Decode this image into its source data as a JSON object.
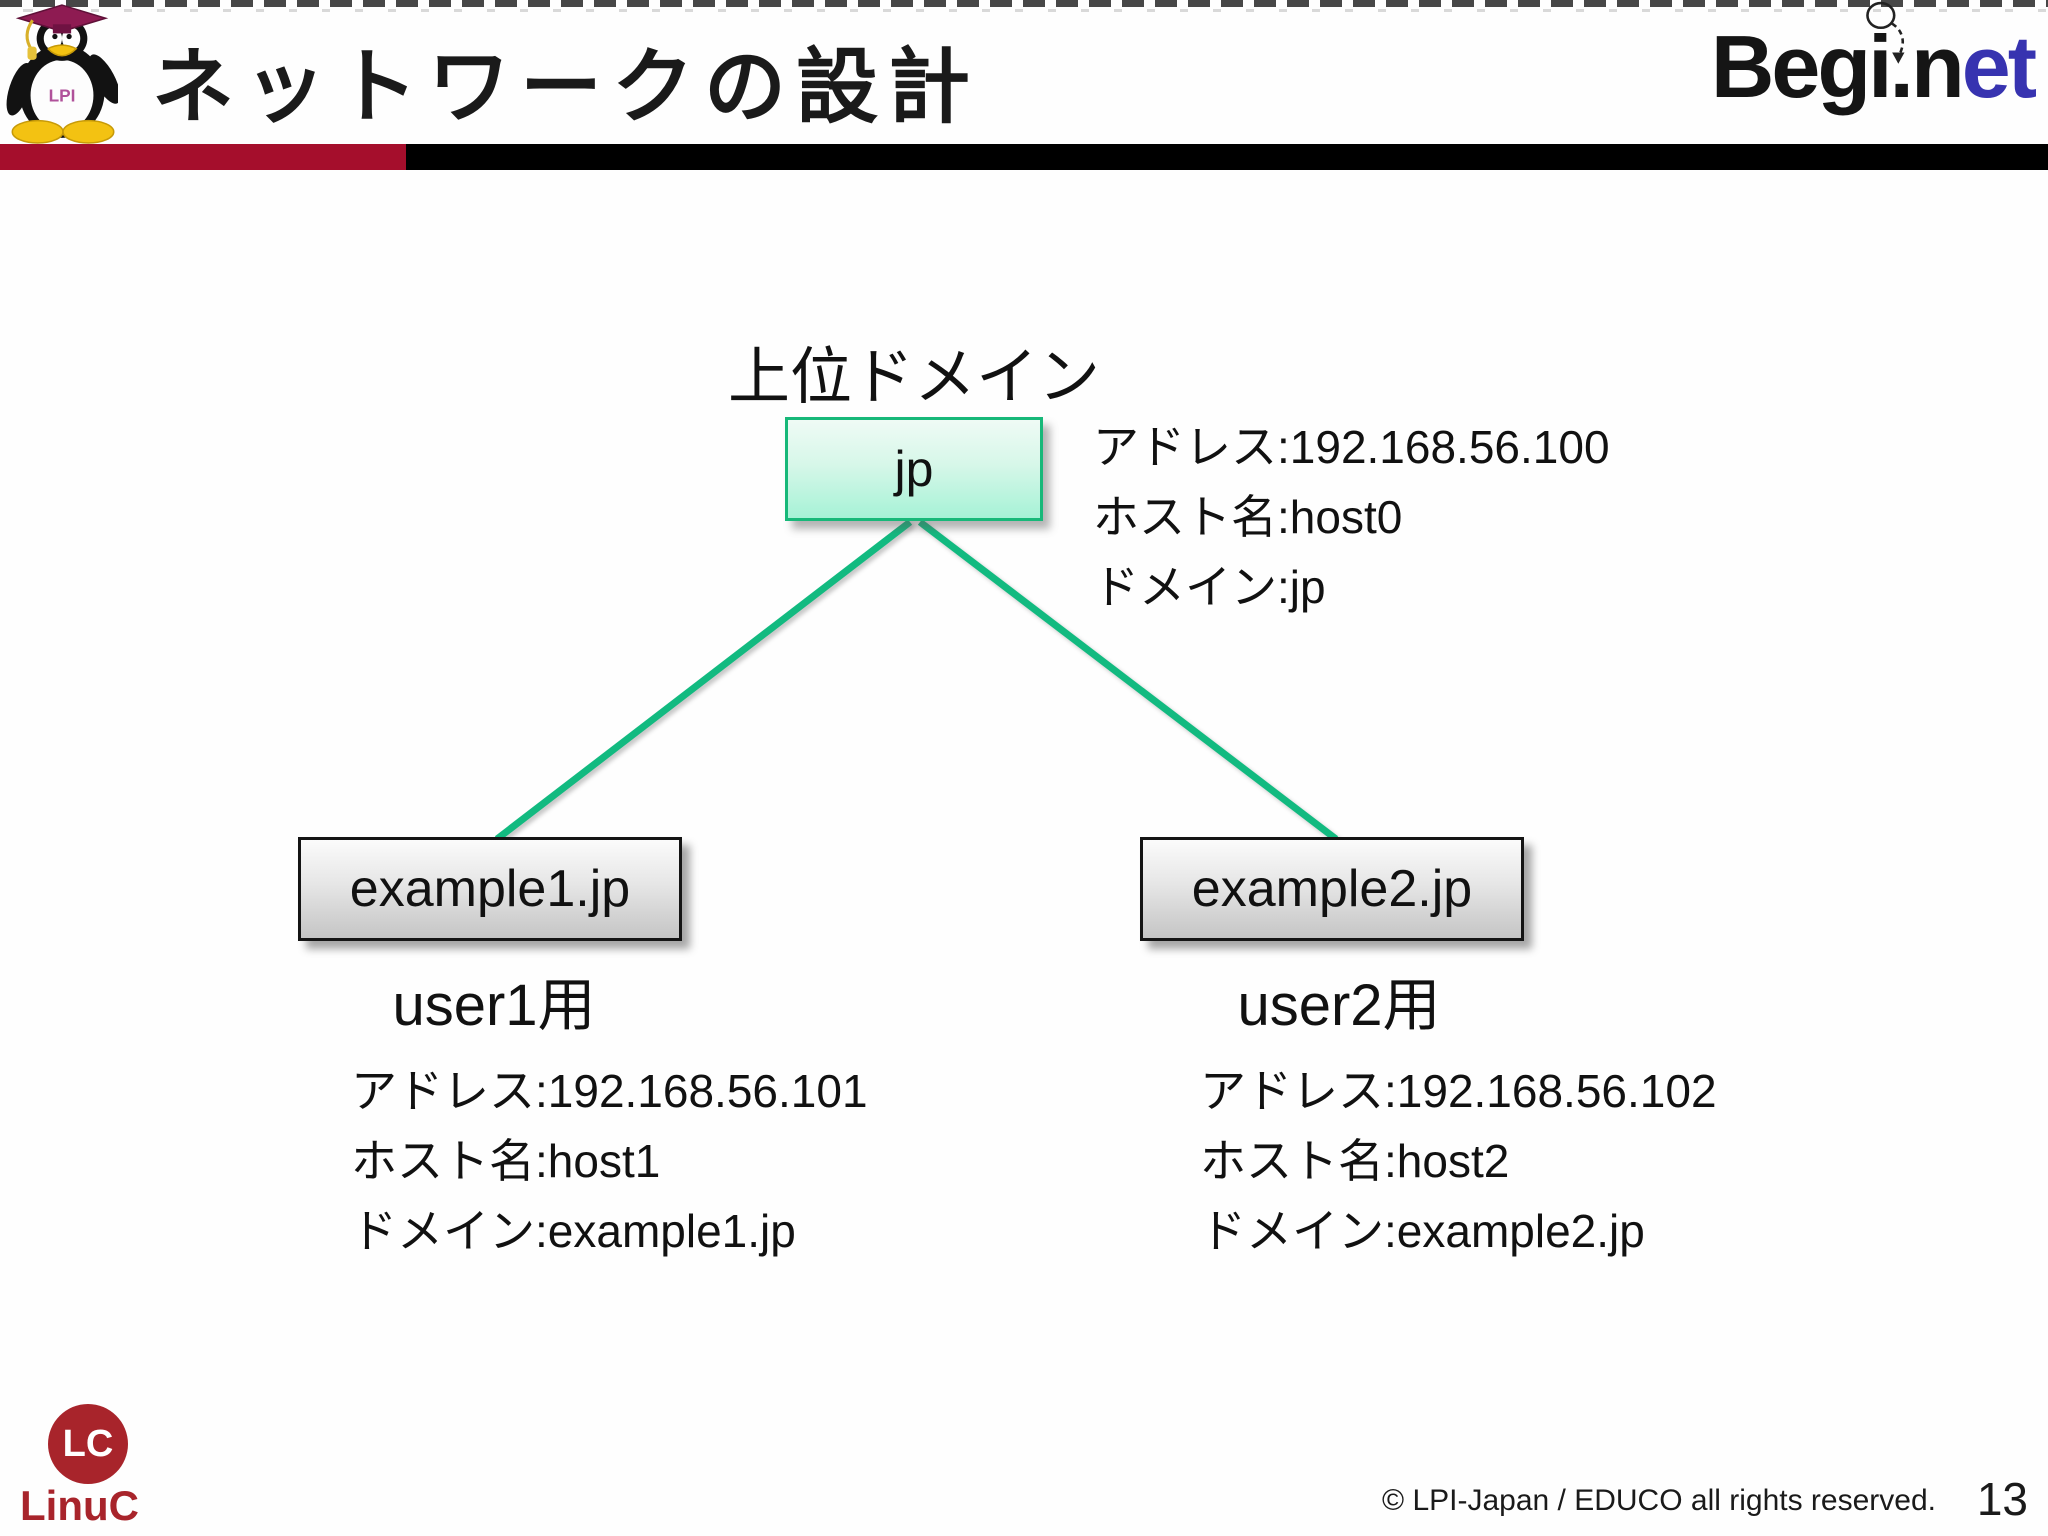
{
  "slide": {
    "title": "ネットワークの設計",
    "page_number": "13",
    "copyright": "© LPI-Japan / EDUCO all rights reserved."
  },
  "logos": {
    "beginet": {
      "part_black": "Begi",
      "part_dot": ".",
      "part_n": "n",
      "part_blue": "et"
    },
    "linuc": {
      "badge": "LC",
      "label": "LinuC"
    }
  },
  "diagram": {
    "parent_label": "上位ドメイン",
    "nodes": [
      {
        "id": "jp",
        "label": "jp",
        "annotation": [
          "アドレス:192.168.56.100",
          "ホスト名:host0",
          "ドメイン:jp"
        ]
      },
      {
        "id": "example1",
        "label": "example1.jp",
        "caption": "user1用",
        "annotation": [
          "アドレス:192.168.56.101",
          "ホスト名:host1",
          "ドメイン:example1.jp"
        ]
      },
      {
        "id": "example2",
        "label": "example2.jp",
        "caption": "user2用",
        "annotation": [
          "アドレス:192.168.56.102",
          "ホスト名:host2",
          "ドメイン:example2.jp"
        ]
      }
    ]
  },
  "colors": {
    "bar_red": "#a50e2c",
    "bar_black": "#000000",
    "connector_green": "#12ba80",
    "jp_box_border": "#17b879",
    "jp_box_fill_top": "#effbf5",
    "jp_box_fill_bottom": "#a6f2d6",
    "gray_box_fill_top": "#fbfbfb",
    "gray_box_fill_bottom": "#c5c5c5",
    "beginet_blue": "#3733b0",
    "linuc_red": "#a8242b"
  }
}
